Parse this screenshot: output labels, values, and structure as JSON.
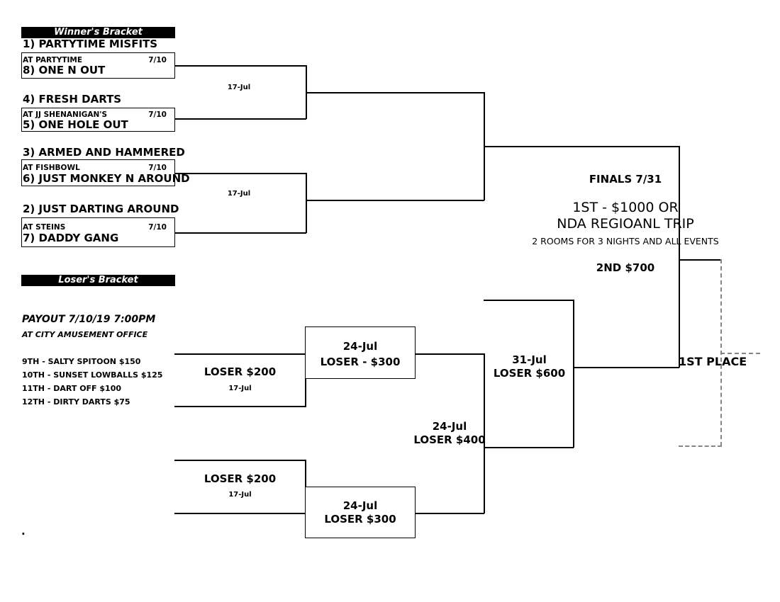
{
  "colors": {
    "line": "#000000",
    "dashed_line": "#858585",
    "header_bar_bg": "#000000",
    "header_bar_text": "#ffffff",
    "background": "#ffffff"
  },
  "winners": {
    "header": "Winner's Bracket",
    "round1": [
      {
        "top_team": "1) PARTYTIME MISFITS",
        "venue": "AT PARTYTIME",
        "date": "7/10",
        "bottom_team": "8) ONE N OUT"
      },
      {
        "top_team": "4) FRESH DARTS",
        "venue": "AT JJ SHENANIGAN'S",
        "date": "7/10",
        "bottom_team": "5) ONE HOLE OUT"
      },
      {
        "top_team": "3) ARMED AND HAMMERED",
        "venue": "AT FISHBOWL",
        "date": "7/10",
        "bottom_team": "6) JUST MONKEY N AROUND"
      },
      {
        "top_team": "2) JUST DARTING AROUND",
        "venue": "AT STEINS",
        "date": "7/10",
        "bottom_team": "7) DADDY GANG"
      }
    ],
    "semifinals": [
      {
        "date": "17-Jul"
      },
      {
        "date": "17-Jul"
      }
    ]
  },
  "finals": {
    "title": "FINALS 7/31",
    "prize_line1": "1ST - $1000 OR",
    "prize_line2": "NDA REGIOANL TRIP",
    "prize_note": "2 ROOMS FOR 3 NIGHTS AND ALL EVENTS",
    "second_prize": "2ND $700",
    "champion_label": "1ST PLACE"
  },
  "losers": {
    "header": "Loser's Bracket",
    "payout_title": "PAYOUT 7/10/19 7:00PM",
    "payout_location": "AT CITY AMUSEMENT OFFICE",
    "payouts": [
      "9TH - SALTY SPITOON $150",
      "10TH - SUNSET LOWBALLS $125",
      "11TH - DART OFF $100",
      "12TH - DIRTY DARTS $75"
    ],
    "round1_top": {
      "prize": "LOSER $200",
      "date": "17-Jul"
    },
    "round2_top": {
      "date": "24-Jul",
      "prize": "LOSER - $300"
    },
    "round1_bottom": {
      "prize": "LOSER $200",
      "date": "17-Jul"
    },
    "round2_bottom": {
      "date": "24-Jul",
      "prize": "LOSER $300"
    },
    "round3": {
      "date": "24-Jul",
      "prize": "LOSER $400"
    },
    "round4": {
      "date": "31-Jul",
      "prize": "LOSER $600"
    }
  },
  "footer": {
    "dot": "."
  }
}
